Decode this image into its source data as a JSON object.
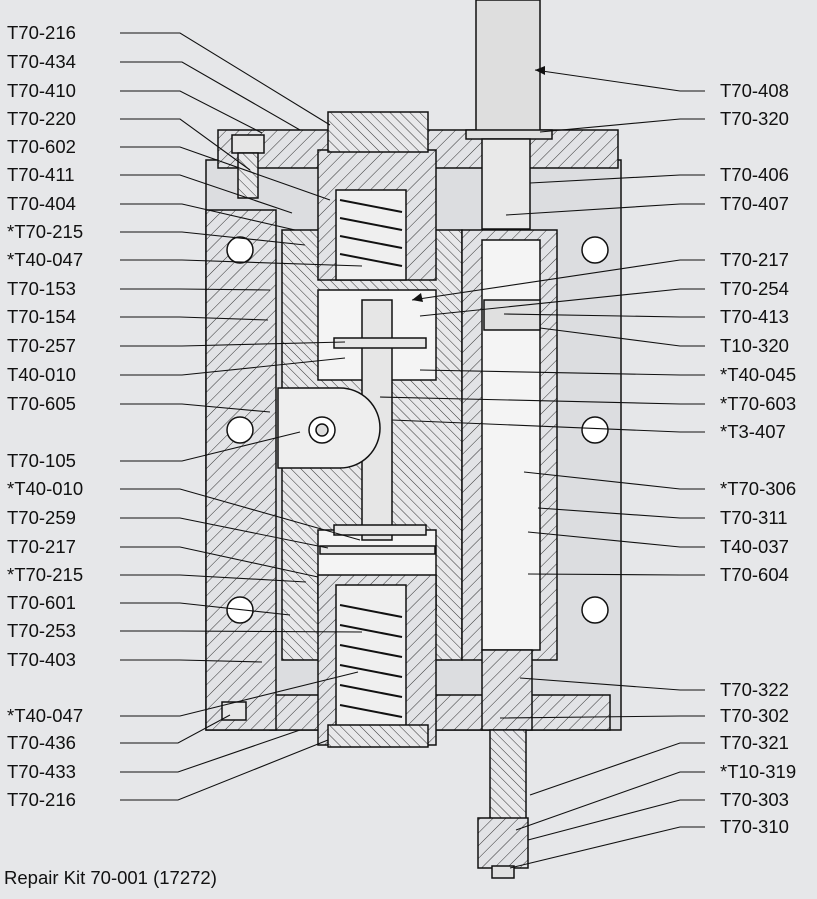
{
  "left_labels": [
    "T70-216",
    "T70-434",
    "T70-410",
    "T70-220",
    "T70-602",
    "T70-411",
    "T70-404",
    "*T70-215",
    "*T40-047",
    "T70-153",
    "T70-154",
    "T70-257",
    "T40-010",
    "T70-605",
    "T70-105",
    "*T40-010",
    "T70-259",
    "T70-217",
    "*T70-215",
    "T70-601",
    "T70-253",
    "T70-403",
    "*T40-047",
    "T70-436",
    "T70-433",
    "T70-216"
  ],
  "right_labels": [
    "T70-408",
    "T70-320",
    "T70-406",
    "T70-407",
    "T70-217",
    "T70-254",
    "T70-413",
    "T10-320",
    "*T40-045",
    "*T70-603",
    "*T3-407",
    "*T70-306",
    "T70-311",
    "T40-037",
    "T70-604",
    "T70-322",
    "T70-302",
    "T70-321",
    "*T10-319",
    "T70-303",
    "T70-310"
  ],
  "footer": "Repair Kit 70-001 (17272)",
  "colors": {
    "background": "#e6e7e9",
    "body_fill": "#dcdde0",
    "cavity": "#f4f4f4",
    "line": "#111111"
  }
}
